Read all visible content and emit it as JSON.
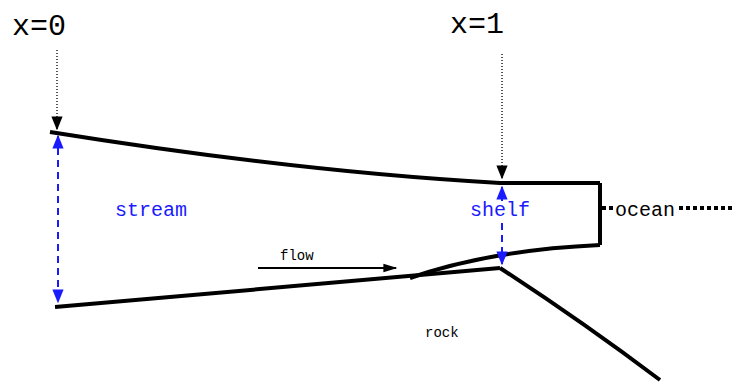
{
  "diagram": {
    "labels": [
      "x=0",
      "x=1",
      "stream",
      "shelf",
      "ocean",
      "flow",
      "rock"
    ]
  }
}
